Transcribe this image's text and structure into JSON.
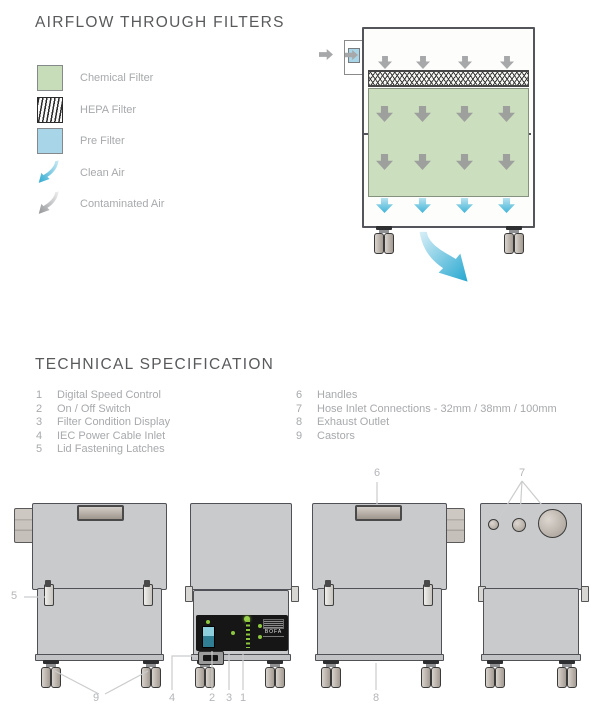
{
  "airflow_section": {
    "title": "AIRFLOW THROUGH FILTERS",
    "legend": [
      {
        "label": "Chemical Filter"
      },
      {
        "label": "HEPA Filter"
      },
      {
        "label": "Pre Filter"
      },
      {
        "label": "Clean Air"
      },
      {
        "label": "Contaminated Air"
      }
    ]
  },
  "spec_section": {
    "title": "TECHNICAL SPECIFICATION",
    "left_items": [
      {
        "num": "1",
        "label": "Digital Speed Control"
      },
      {
        "num": "2",
        "label": "On / Off Switch"
      },
      {
        "num": "3",
        "label": "Filter Condition Display"
      },
      {
        "num": "4",
        "label": "IEC Power Cable Inlet"
      },
      {
        "num": "5",
        "label": "Lid Fastening Latches"
      }
    ],
    "right_items": [
      {
        "num": "6",
        "label": "Handles"
      },
      {
        "num": "7",
        "label": "Hose Inlet Connections - 32mm / 38mm / 100mm"
      },
      {
        "num": "8",
        "label": "Exhaust Outlet"
      },
      {
        "num": "9",
        "label": "Castors"
      }
    ]
  },
  "drawings": {
    "logo_text": "BOFA",
    "callouts": {
      "lid_latches": "5",
      "castors": "9",
      "iec_inlet": "4",
      "on_off_switch": "2",
      "filter_display": "3",
      "speed_control": "1",
      "handle": "6",
      "hose_inlets": "7",
      "exhaust": "8"
    }
  },
  "colors": {
    "chemical_filter_green": "#c7dcb8",
    "pre_filter_blue": "#a8d6e8",
    "clean_air_blue": "#2fabd2",
    "contaminated_air_gray": "#a6a8aa",
    "machine_gray": "#c9cacc",
    "panel_black": "#161616",
    "led_green": "#8dc63f",
    "heading_text": "#595a5c",
    "body_text": "#a7a9ac"
  }
}
